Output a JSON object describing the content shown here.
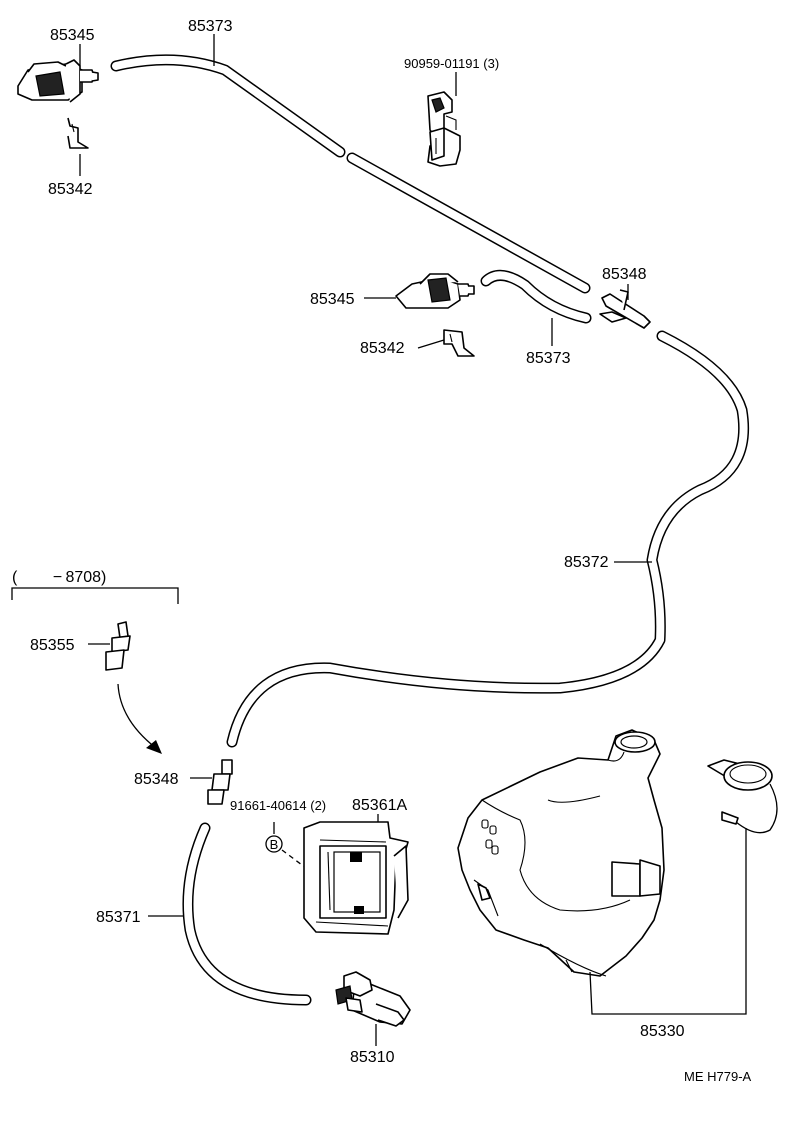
{
  "labels": {
    "nozzle_top": "85345",
    "hose_top": "85373",
    "clip_box": "90959-01191 (3)",
    "bracket_top": "85342",
    "joint_right": "85348",
    "nozzle_mid": "85345",
    "hose_mid": "85373",
    "bracket_mid": "85342",
    "hose_long": "85372",
    "range_note": "(        − 8708)",
    "connector_left": "85355",
    "joint_left": "85348",
    "screw": "91661-40614 (2)",
    "bracket_pump": "85361A",
    "hose_bottom": "85371",
    "pump": "85310",
    "tank": "85330",
    "ref_code": "ME  H779-A"
  },
  "marks": {
    "screw_marker": "B"
  }
}
